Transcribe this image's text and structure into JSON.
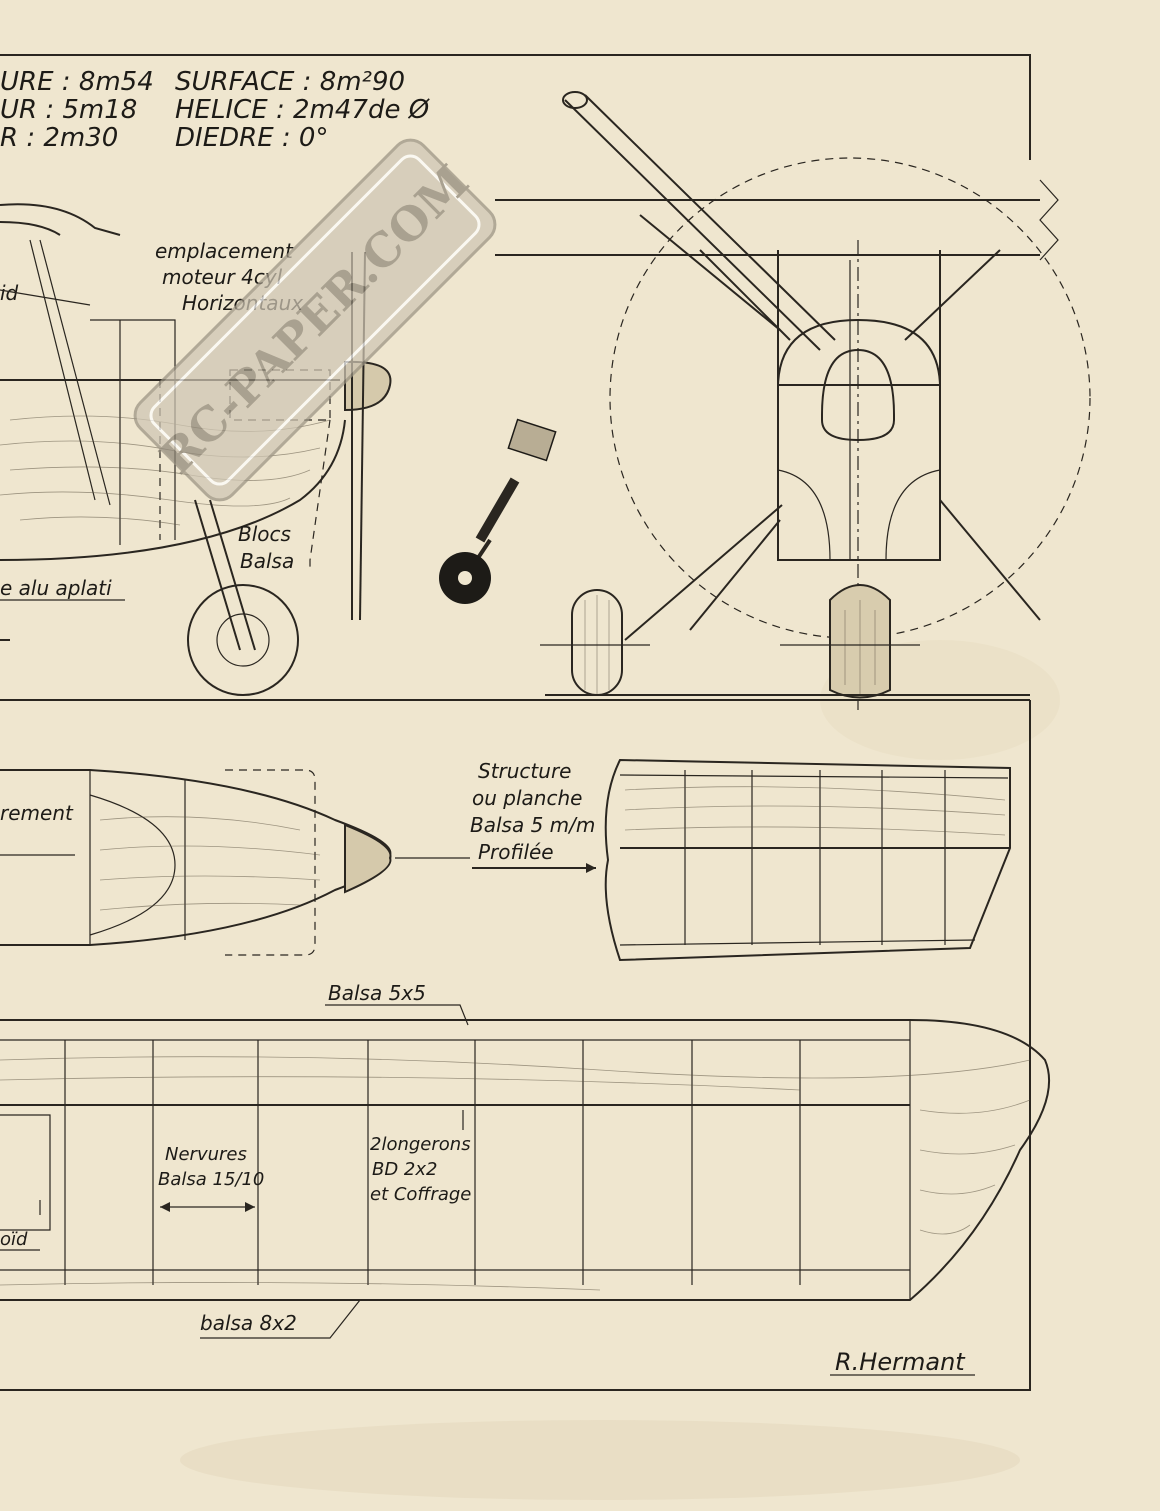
{
  "specs": {
    "row1_left": "URE : 8m54",
    "row1_right": "SURFACE : 8m²90",
    "row2_left": "UR : 5m18",
    "row2_right": "HELICE : 2m47de Ø",
    "row3_left": "R : 2m30",
    "row3_right": "DIEDRE : 0°"
  },
  "side_view": {
    "engine_note_1": "emplacement",
    "engine_note_2": "moteur 4cyl",
    "engine_note_3": "Horizontaux",
    "blocks_1": "Blocs",
    "blocks_2": "Balsa",
    "landing_gear": "e alu aplati",
    "cut_label_top": "id"
  },
  "top_view": {
    "cut_label": "rement"
  },
  "tail": {
    "note_1": "Structure",
    "note_2": "ou planche",
    "note_3": "Balsa 5 m/m",
    "note_4": "Profilée"
  },
  "wing": {
    "edge_label": "Balsa 5x5",
    "ribs_1": "Nervures",
    "ribs_2": "Balsa 15/10",
    "spars_1": "2longerons",
    "spars_2": "BD 2x2",
    "spars_3": "et Coffrage",
    "trailing_label": "balsa 8x2",
    "cut_label": "oïd"
  },
  "watermark": "RC-PAPER.COM",
  "signature": "R.Hermant",
  "colors": {
    "paper": "#efe6cf",
    "ink": "#2a2620"
  }
}
